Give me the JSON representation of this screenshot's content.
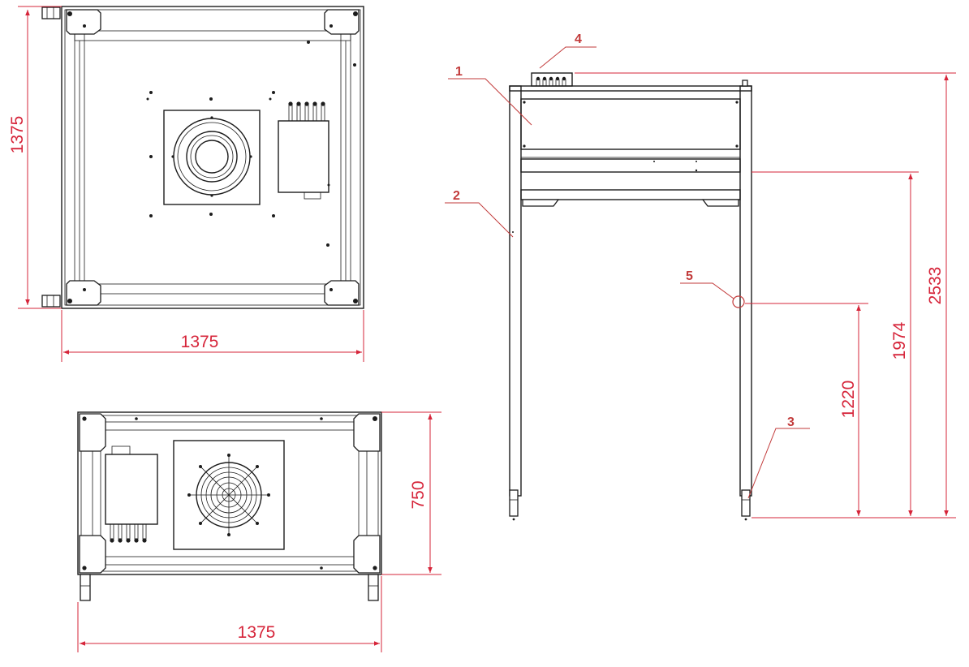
{
  "colors": {
    "dimension": "#d6253a",
    "callout": "#c23a3a",
    "line": "#1c1c1c"
  },
  "dimensions": {
    "top_view_width": "1375",
    "top_view_height": "1375",
    "front_view_width": "1375",
    "front_view_height": "750",
    "side_total_height": "2533",
    "side_frame_height": "1974",
    "side_connection_height": "1220"
  },
  "callouts": [
    "1",
    "2",
    "3",
    "4",
    "5"
  ]
}
